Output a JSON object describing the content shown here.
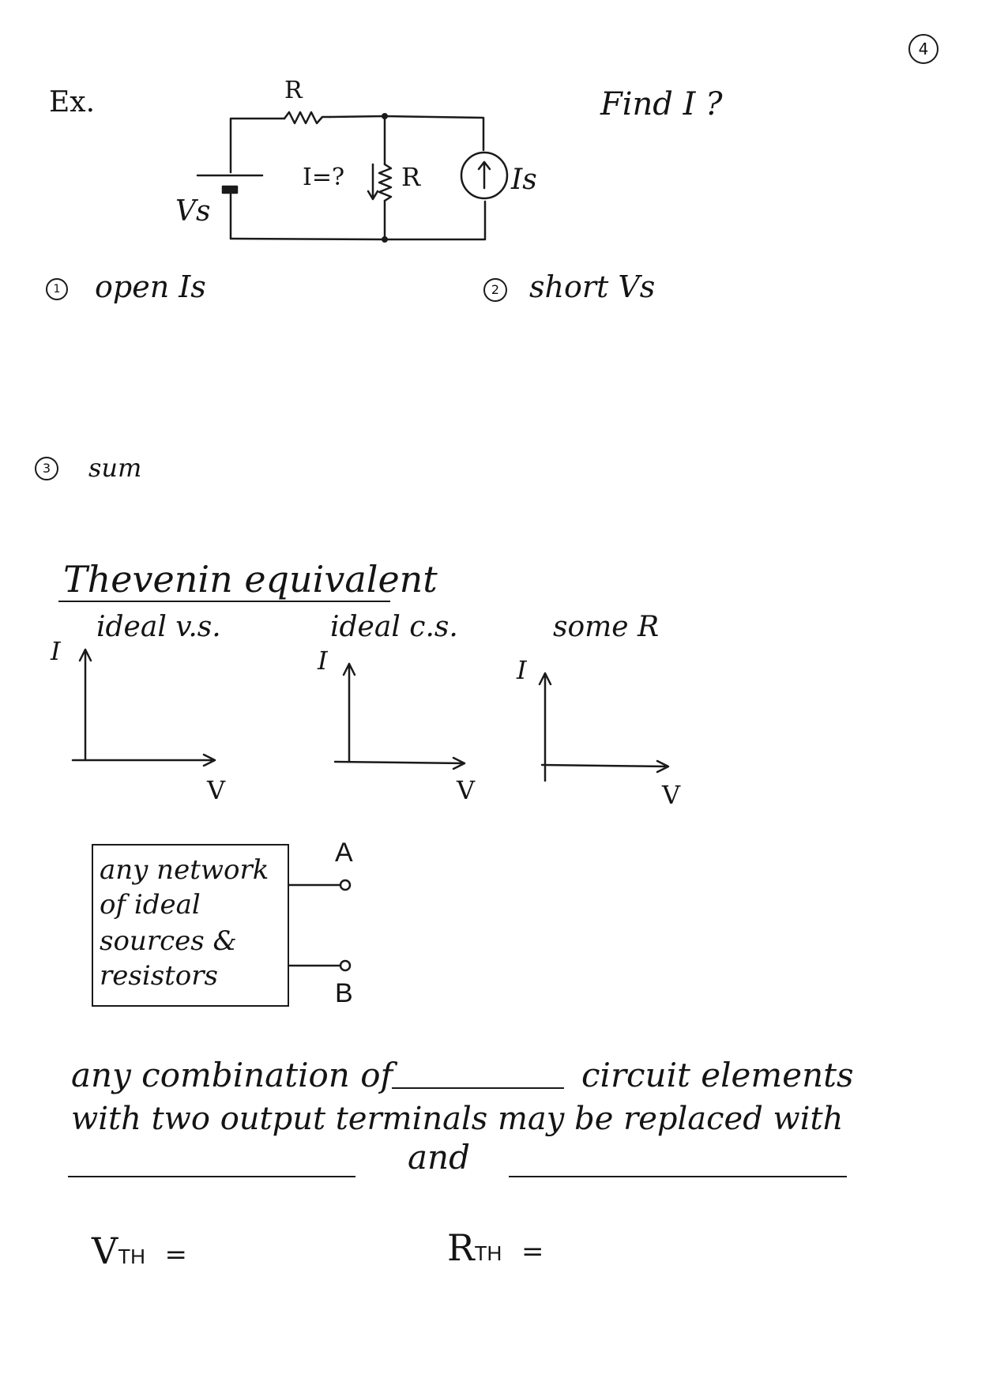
{
  "page_number": "4",
  "example": {
    "label": "Ex.",
    "question": "Find I ?",
    "circuit": {
      "series_resistor": "R",
      "source_voltage": "Vs",
      "unknown_current": "I=?",
      "shunt_resistor": "R",
      "current_source": "Is"
    },
    "steps": [
      {
        "num": "1",
        "text": "open Is"
      },
      {
        "num": "2",
        "text": "short Vs"
      },
      {
        "num": "3",
        "text": "sum"
      }
    ]
  },
  "thevenin": {
    "heading": "Thevenin equivalent",
    "graphs": [
      {
        "title": "ideal v.s.",
        "ylabel": "I",
        "xlabel": "V"
      },
      {
        "title": "ideal c.s.",
        "ylabel": "I",
        "xlabel": "V"
      },
      {
        "title": "some R",
        "ylabel": "I",
        "xlabel": "V"
      }
    ],
    "network_box": {
      "lines": [
        "any network",
        "of ideal",
        "sources &",
        "resistors"
      ],
      "terminal_a": "A",
      "terminal_b": "B"
    },
    "statement": {
      "line1_start": "any combination of",
      "line1_end": "circuit elements",
      "line2": "with two output terminals may be replaced with",
      "line3_mid": "and"
    },
    "formulas": {
      "vth": "V",
      "vth_sub": "TH",
      "rth": "R",
      "rth_sub": "TH",
      "equals": "="
    }
  }
}
